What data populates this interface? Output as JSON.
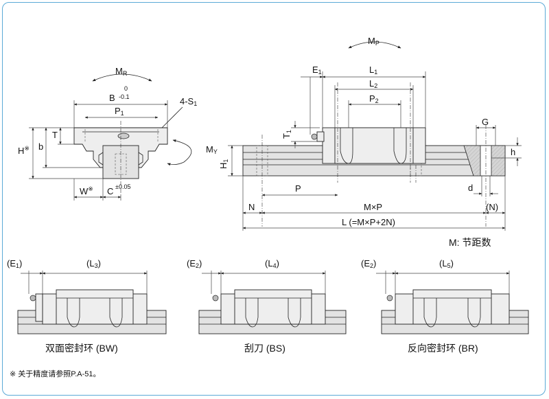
{
  "labels": {
    "mr": "M",
    "mr_sub": "R",
    "mp": "M",
    "mp_sub": "P",
    "my": "M",
    "my_sub": "Y",
    "b_dim": "B",
    "b_tol_upper": "0",
    "b_tol_lower": "-0.1",
    "p1": "P",
    "p1_sub": "1",
    "s1": "4-S",
    "s1_sub": "1",
    "h_total": "H",
    "h_note": "※",
    "b_small": "b",
    "t_dim": "T",
    "w_dim": "W",
    "w_note": "※",
    "c_dim": "C",
    "c_tol": "±0.05",
    "e1": "E",
    "e1_sub": "1",
    "l1": "L",
    "l1_sub": "1",
    "l2": "L",
    "l2_sub": "2",
    "p2": "P",
    "p2_sub": "2",
    "t1": "T",
    "t1_sub": "1",
    "h1": "H",
    "h1_sub": "1",
    "g_dim": "G",
    "h_small": "h",
    "d_dim": "d",
    "p_dim": "P",
    "n_dim": "N",
    "mxp": "M×P",
    "n_paren": "(N)",
    "l_formula": "L (=M×P+2N)",
    "m_note": "M: 节距数"
  },
  "variants": [
    {
      "e_label": "(E",
      "e_sub": "1",
      "l_label": "(L",
      "l_sub": "3",
      "caption": "双面密封环 (BW)"
    },
    {
      "e_label": "(E",
      "e_sub": "2",
      "l_label": "(L",
      "l_sub": "4",
      "caption": "刮刀 (BS)"
    },
    {
      "e_label": "(E",
      "e_sub": "2",
      "l_label": "(L",
      "l_sub": "5",
      "caption": "反向密封环 (BR)"
    }
  ],
  "footnote": "※ 关于精度请参照P.A-51。",
  "colors": {
    "frame": "#5aa9d6",
    "hatch": "#cccccc"
  }
}
